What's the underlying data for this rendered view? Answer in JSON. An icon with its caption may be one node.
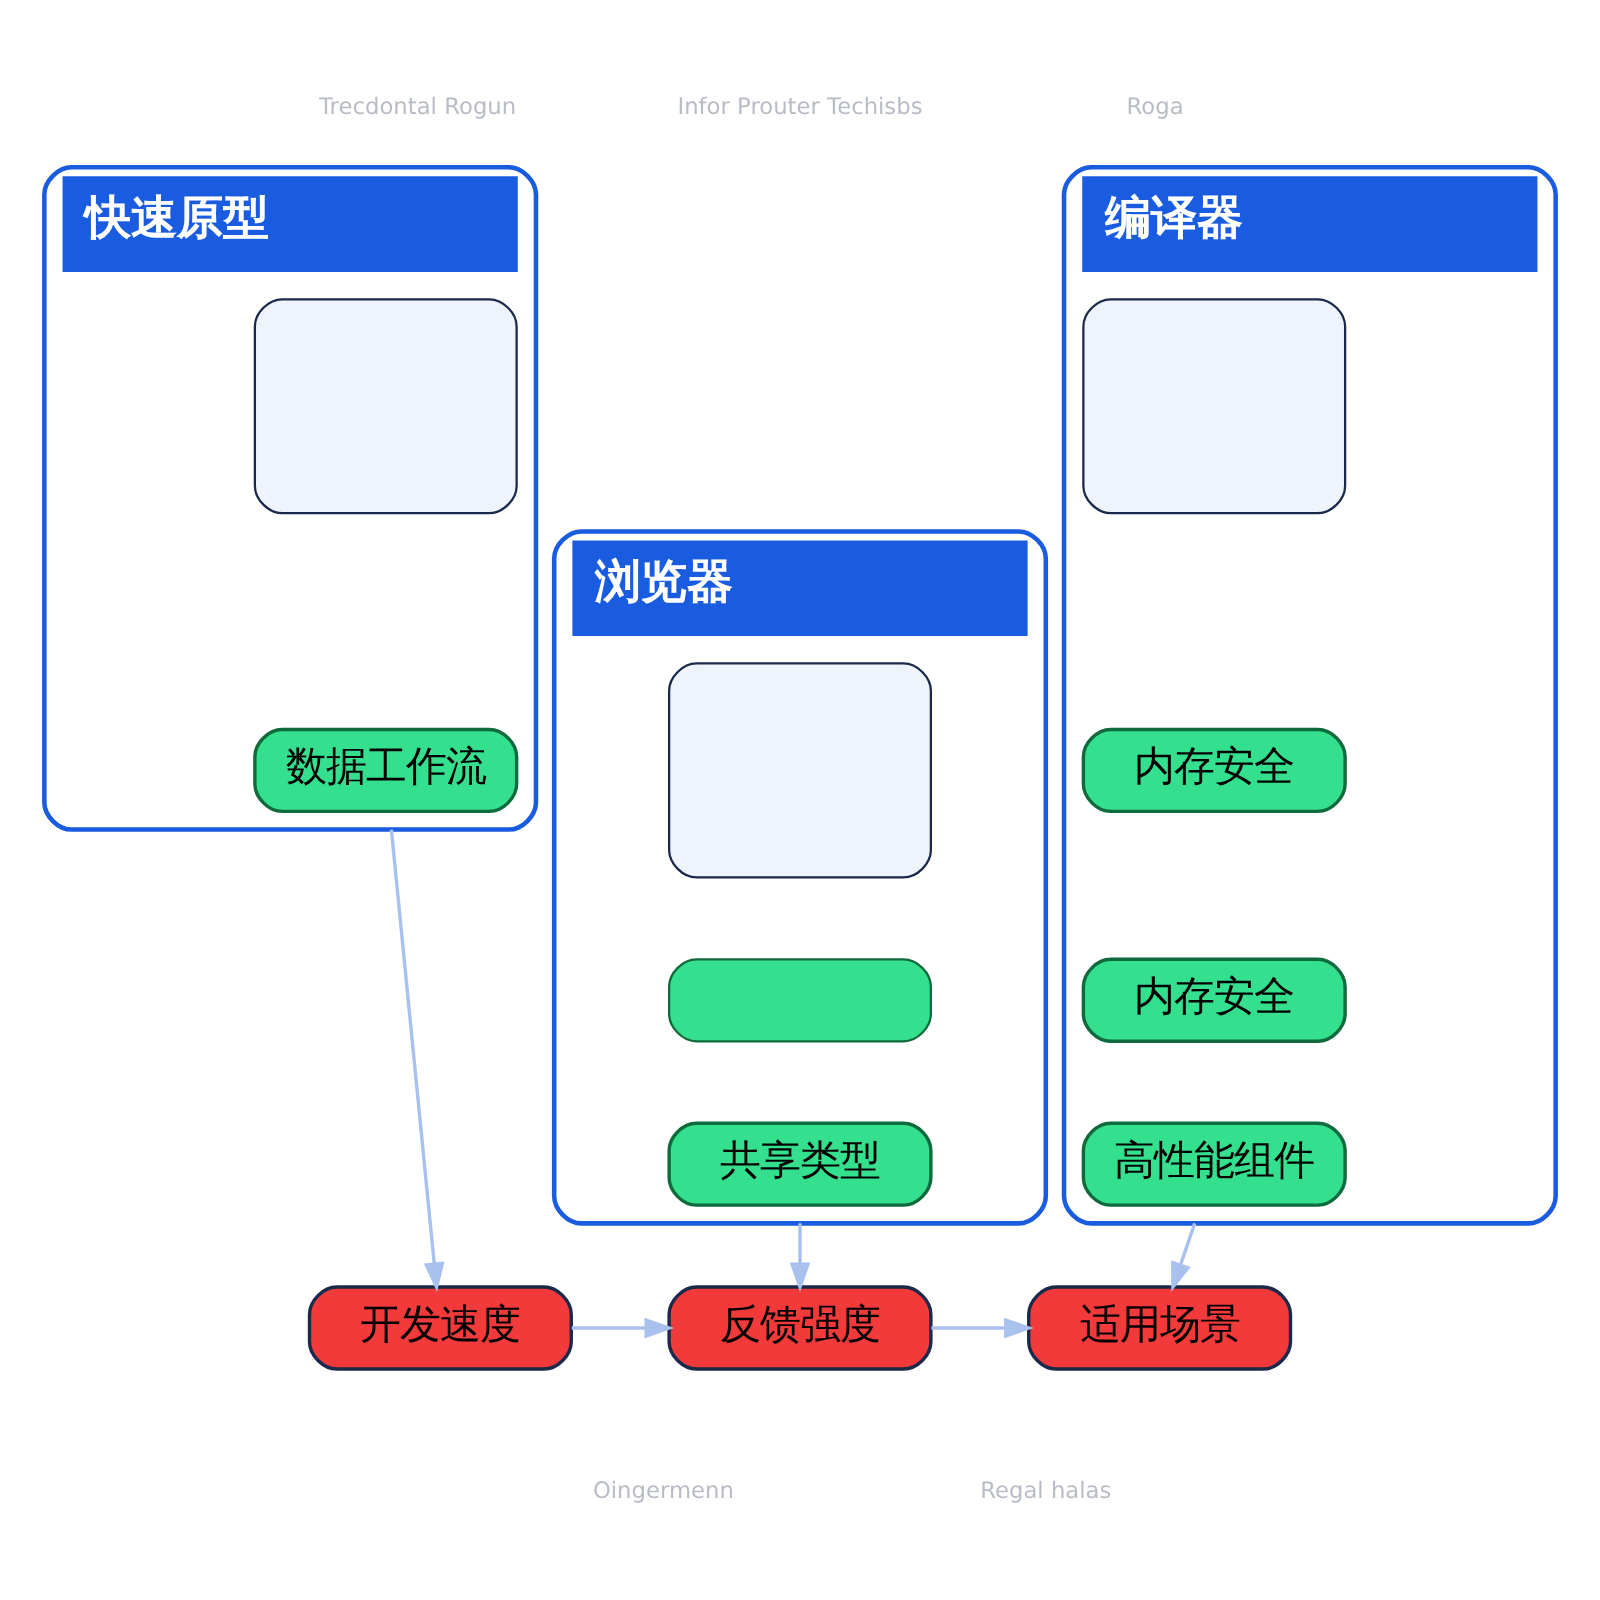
{
  "diagram": {
    "nodes": [
      {
        "text": [
          "快速原型"
        ]
      },
      {
        "text": [],
        "shape": "box",
        "in": 0
      },
      {
        "text": [
          "数据工作流"
        ],
        "in": 0
      },
      {
        "text": [
          "浏览器"
        ]
      },
      {
        "text": [],
        "shape": "box",
        "in": 3
      },
      {
        "text": [],
        "shape": "bar",
        "in": 3
      },
      {
        "text": [
          "共享类型"
        ],
        "in": 3
      },
      {
        "text": [
          "编译器"
        ]
      },
      {
        "text": [],
        "shape": "box",
        "in": 7
      },
      {
        "text": [
          "内存安全"
        ],
        "in": 7
      },
      {
        "text": [
          "内存安全"
        ],
        "in": 7
      },
      {
        "text": [
          "高性能组件"
        ],
        "in": 7
      },
      {
        "text": [
          "开发速度"
        ]
      },
      {
        "text": [
          "反馈强度"
        ]
      },
      {
        "text": [
          "适用场景"
        ]
      }
    ],
    "edges": [
      {
        "from": 0,
        "to": 12,
        "arrow": "to"
      },
      {
        "from": 3,
        "to": 13,
        "arrow": "to"
      },
      {
        "from": 7,
        "to": 14,
        "arrow": "to"
      },
      {
        "from": 12,
        "to": 13,
        "arrow": "to"
      },
      {
        "from": 13,
        "to": 14,
        "arrow": "to"
      }
    ],
    "labels": [
      "Trecdontal Rogun",
      "Infor Prouter Techisbs",
      "Roga",
      "Oingermenn",
      "Regal halas"
    ]
  }
}
